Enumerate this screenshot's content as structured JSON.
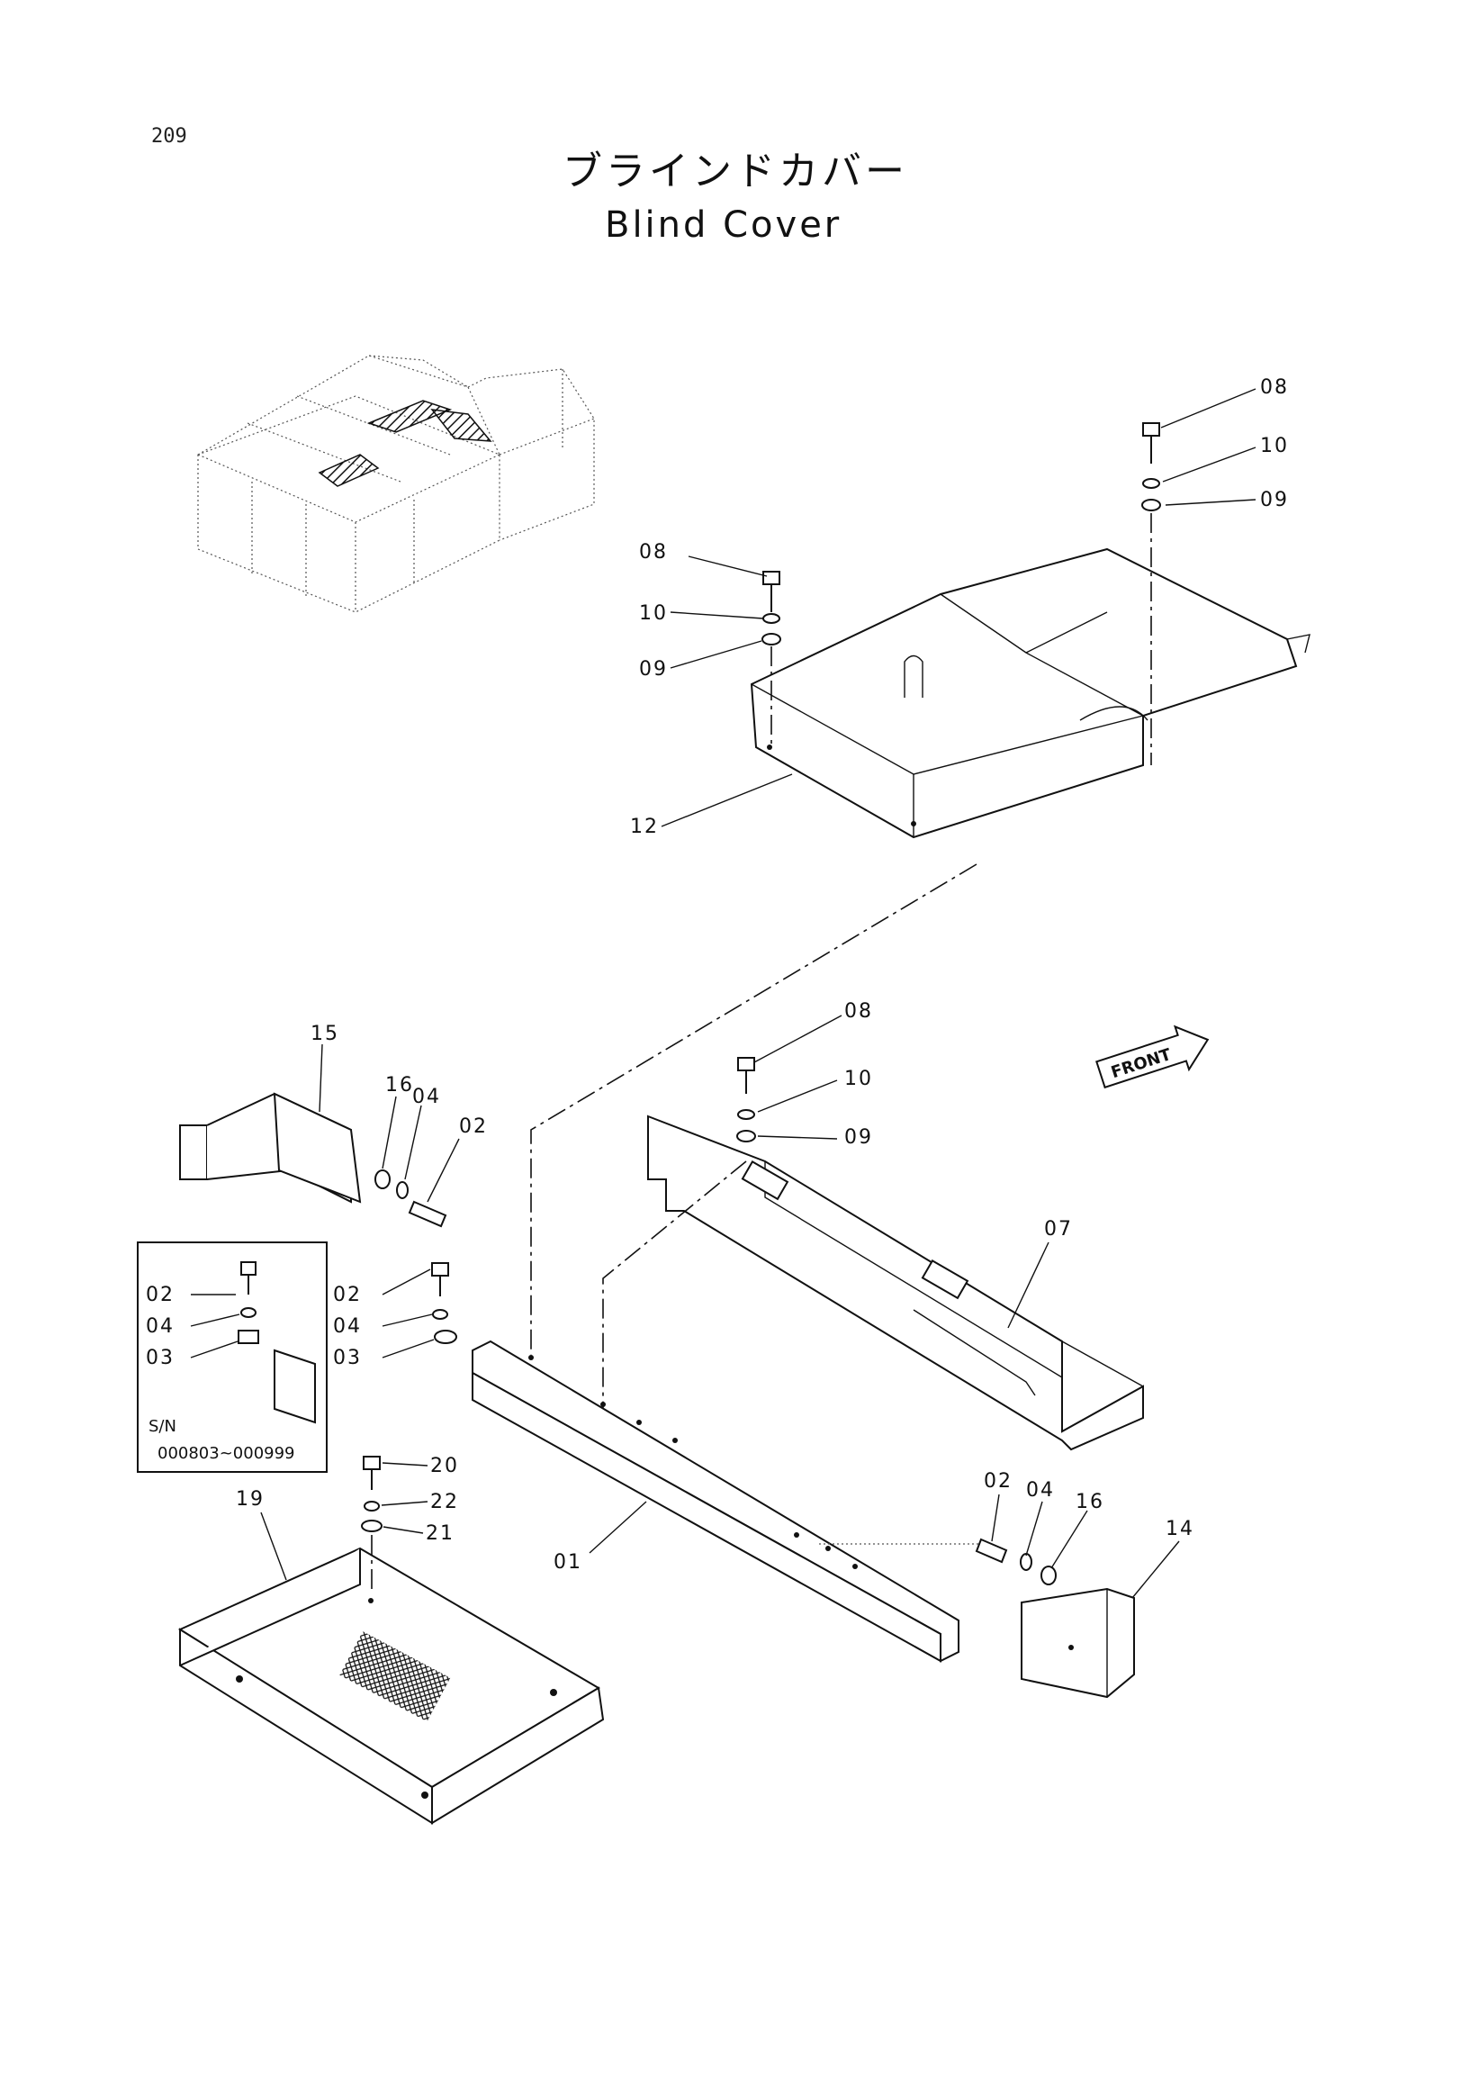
{
  "page_number": "209",
  "title_jp": "ブラインドカバー",
  "title_en": "Blind Cover",
  "front_label": "FRONT",
  "inset": {
    "labels": [
      "02",
      "04",
      "03"
    ],
    "serial_label": "S/N",
    "serial_range": "000803~000999"
  },
  "callouts": [
    "08",
    "10",
    "09",
    "08",
    "10",
    "09",
    "12",
    "08",
    "10",
    "09",
    "07",
    "15",
    "16",
    "04",
    "02",
    "02",
    "04",
    "03",
    "20",
    "22",
    "21",
    "19",
    "01",
    "02",
    "04",
    "16",
    "14"
  ]
}
